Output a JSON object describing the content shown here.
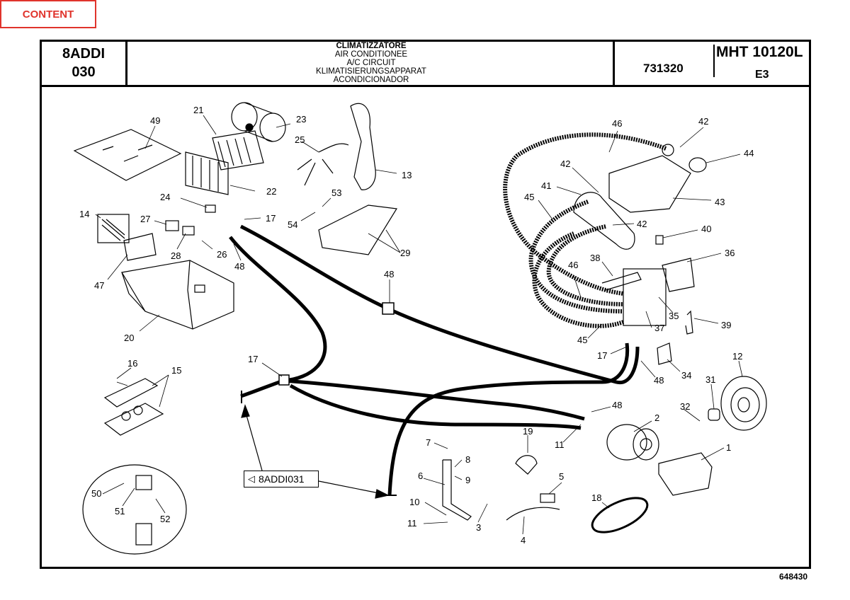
{
  "tag": "CONTENT",
  "header": {
    "group_code": "8ADDI",
    "group_sub": "030",
    "titles": [
      "CLIMATIZZATORE",
      "AIR CONDITIONEE",
      "A/C CIRCUIT",
      "KLIMATISIERUNGSAPPARAT",
      "ACONDICIONADOR"
    ],
    "code": "731320",
    "model": "MHT 10120L",
    "version": "E3"
  },
  "cross_reference": "8ADDI031",
  "doc_number": "648430",
  "part_numbers": {
    "p1": "1",
    "p2": "2",
    "p3": "3",
    "p4": "4",
    "p5": "5",
    "p6": "6",
    "p7": "7",
    "p8": "8",
    "p9": "9",
    "p10": "10",
    "p11a": "11",
    "p11b": "11",
    "p12": "12",
    "p13": "13",
    "p14": "14",
    "p15": "15",
    "p16": "16",
    "p17a": "17",
    "p17b": "17",
    "p17c": "17",
    "p18": "18",
    "p19": "19",
    "p20": "20",
    "p21": "21",
    "p22": "22",
    "p23": "23",
    "p24": "24",
    "p25": "25",
    "p26": "26",
    "p27": "27",
    "p28": "28",
    "p29": "29",
    "p31": "31",
    "p32": "32",
    "p34": "34",
    "p35": "35",
    "p36": "36",
    "p37": "37",
    "p38": "38",
    "p39": "39",
    "p40": "40",
    "p41": "41",
    "p42a": "42",
    "p42b": "42",
    "p42c": "42",
    "p43": "43",
    "p44": "44",
    "p45a": "45",
    "p45b": "45",
    "p46a": "46",
    "p46b": "46",
    "p47": "47",
    "p48a": "48",
    "p48b": "48",
    "p48c": "48",
    "p48d": "48",
    "p49": "49",
    "p50": "50",
    "p51": "51",
    "p52": "52",
    "p53": "53",
    "p54": "54"
  }
}
